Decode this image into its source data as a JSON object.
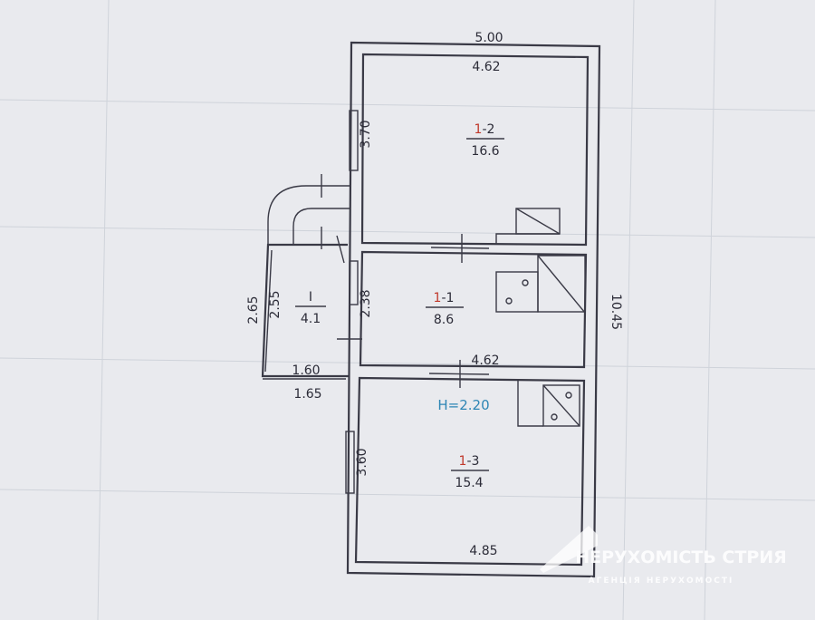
{
  "dimensions": {
    "top_outer": "5.00",
    "top_inner": "4.62",
    "room2_height": "3.70",
    "right_total": "10.45",
    "room1_height": "2.38",
    "middle_width": "4.62",
    "room3_height": "3.60",
    "bottom_width": "4.85",
    "annex_outer_height": "2.65",
    "annex_inner_height": "2.55",
    "annex_inner_width": "1.60",
    "annex_outer_width": "1.65"
  },
  "rooms": {
    "annex": {
      "label": "I",
      "area": "4.1"
    },
    "room_1_2": {
      "floor": "1",
      "number": "-2",
      "area": "16.6"
    },
    "room_1_1": {
      "floor": "1",
      "number": "-1",
      "area": "8.6"
    },
    "room_1_3": {
      "floor": "1",
      "number": "-3",
      "area": "15.4"
    }
  },
  "ceiling_height": "H=2.20",
  "watermark": {
    "name": "НЕРУХОМІСТЬ СТРИЯ",
    "tagline": "АГЕНЦІЯ НЕРУХОМОСТІ"
  },
  "colors": {
    "ink": "#3a3a46",
    "room_number": "#c0392b",
    "ceiling_note": "#2e86b5",
    "watermark": "#ffffff"
  }
}
